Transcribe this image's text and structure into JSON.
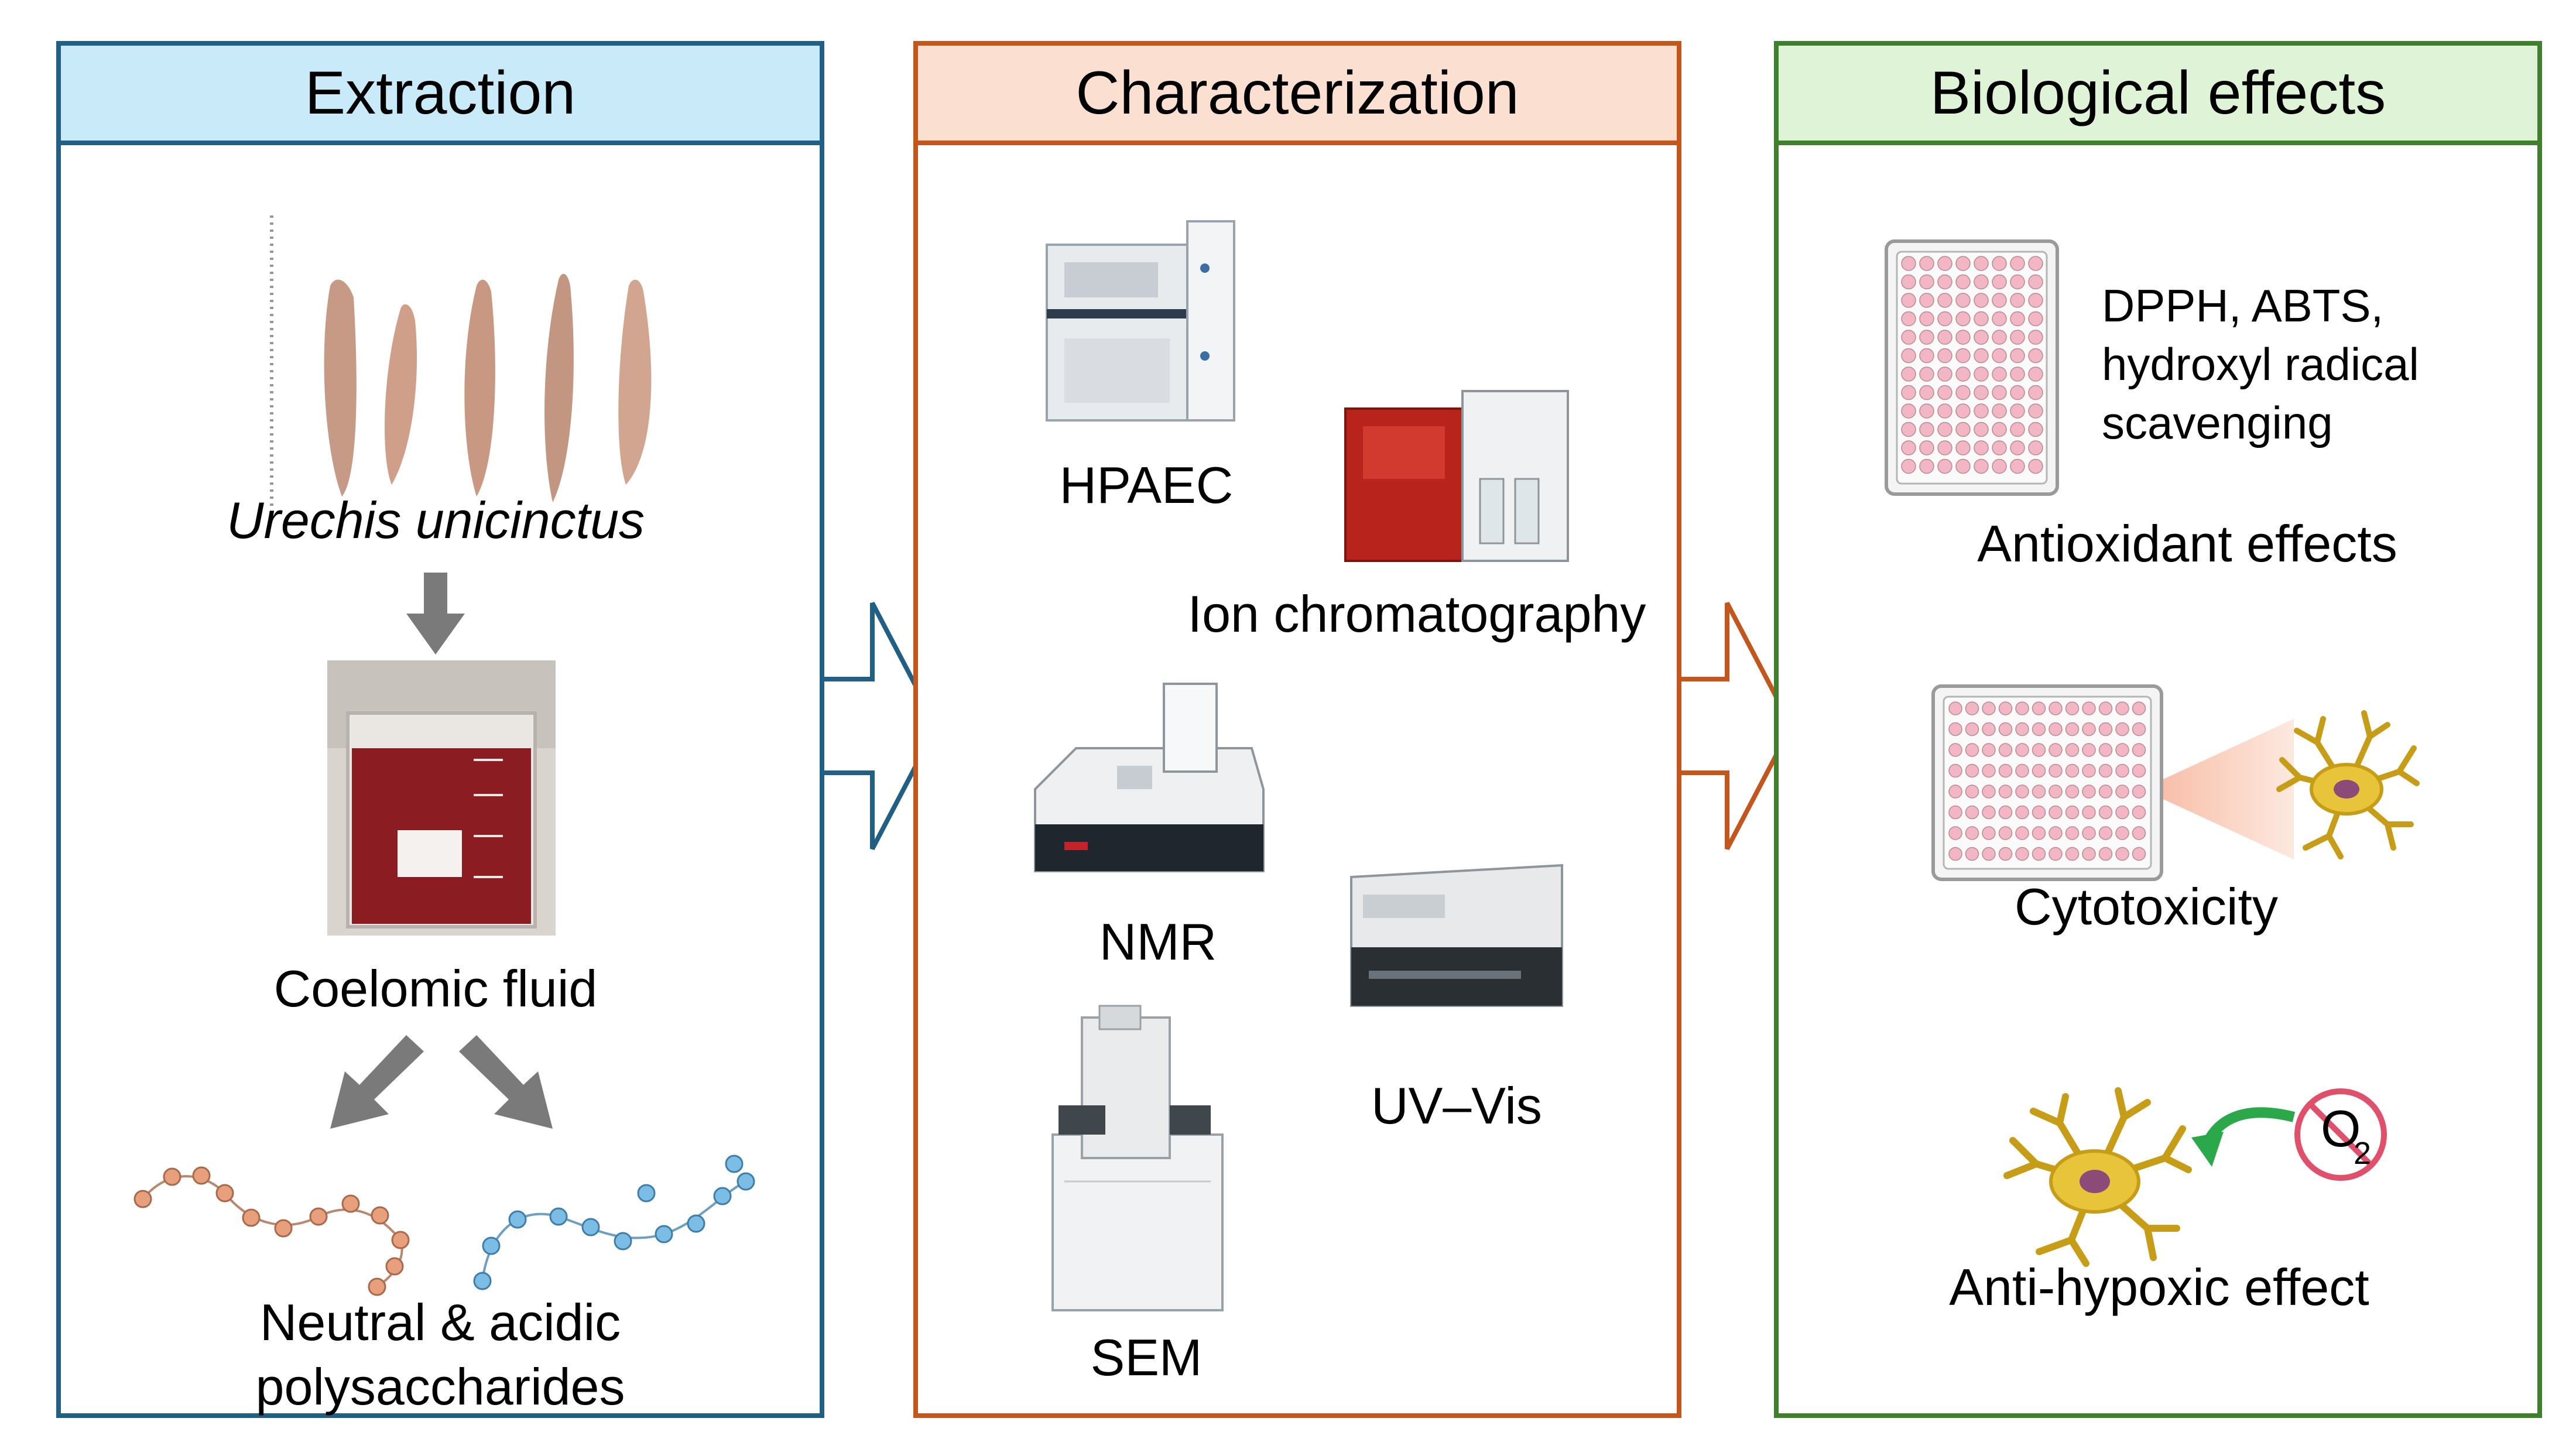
{
  "panels": {
    "extraction": {
      "title": "Extraction",
      "specimen_label": "Urechis unicinctus",
      "fluid_label": "Coelomic fluid",
      "product_label_line1": "Neutral & acidic",
      "product_label_line2": "polysaccharides"
    },
    "characterization": {
      "title": "Characterization",
      "methods": [
        "HPAEC",
        "Ion chromatography",
        "NMR",
        "UV–Vis",
        "SEM"
      ]
    },
    "biological": {
      "title": "Biological effects",
      "assay_line1": "DPPH, ABTS,",
      "assay_line2": "hydroxyl radical",
      "assay_line3": "scavenging",
      "effects": [
        "Antioxidant effects",
        "Cytotoxicity",
        "Anti-hypoxic effect"
      ]
    }
  },
  "colors": {
    "extraction_border": "#215f84",
    "extraction_header": "#c9ebf9",
    "characterization_border": "#c2561d",
    "characterization_header": "#fbdfd1",
    "biological_border": "#3f7f2e",
    "biological_header": "#dff3d7",
    "neutral_chain": "#e8a07c",
    "acidic_chain": "#7cbde6",
    "well_fill": "#f2b6c4",
    "cell_fill": "#e8c43a",
    "oxygen_ring": "#e0506a",
    "arrow_green": "#2aa84a"
  },
  "icons": [
    "worm-specimens-photo",
    "beaker-photo",
    "hpaec-instrument",
    "ion-chromatograph",
    "nmr-spectrometer",
    "plate-reader",
    "sem-microscope",
    "well-plate",
    "neuron-cell",
    "no-oxygen-icon"
  ]
}
